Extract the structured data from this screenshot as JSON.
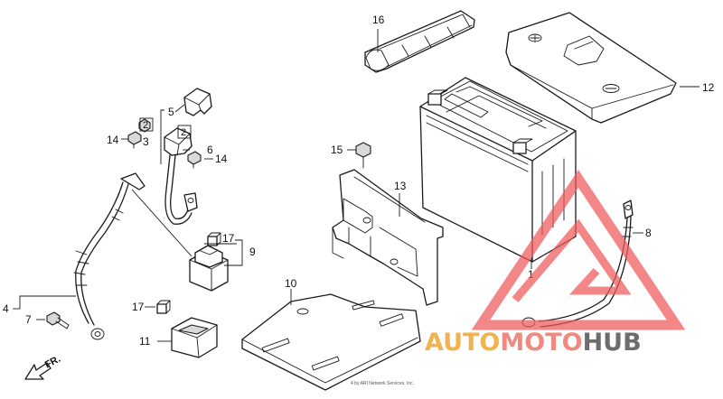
{
  "callouts": {
    "c1": "1",
    "c2a": "2",
    "c2b": "2",
    "c3": "3",
    "c4": "4",
    "c5": "5",
    "c6": "6",
    "c7": "7",
    "c8": "8",
    "c9": "9",
    "c10": "10",
    "c11": "11",
    "c12": "12",
    "c13": "13",
    "c14a": "14",
    "c14b": "14",
    "c15": "15",
    "c16": "16",
    "c17a": "17",
    "c17b": "17"
  },
  "direction_label": "FR.",
  "copyright_text": "4 by ARI Network Services, Inc.",
  "watermark": {
    "text_part1": "AUTO",
    "text_part2": "MOTO",
    "text_part3": "HUB",
    "color_auto": "#f2b24c",
    "color_moto": "#f08a7e",
    "color_hub": "#6d6d6d",
    "color_logo": "#ef5a5a"
  }
}
